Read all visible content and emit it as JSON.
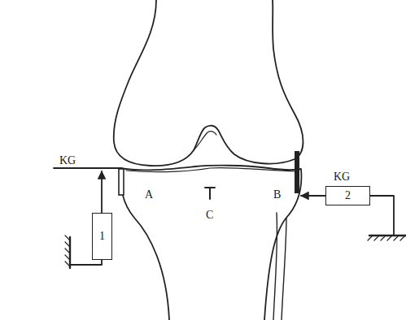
{
  "diagram": {
    "nodes": [
      {
        "text": [
          "1"
        ]
      },
      {
        "text": [
          "2"
        ]
      }
    ],
    "labels": [
      "KG",
      "KG",
      "A",
      "C",
      "B"
    ]
  }
}
